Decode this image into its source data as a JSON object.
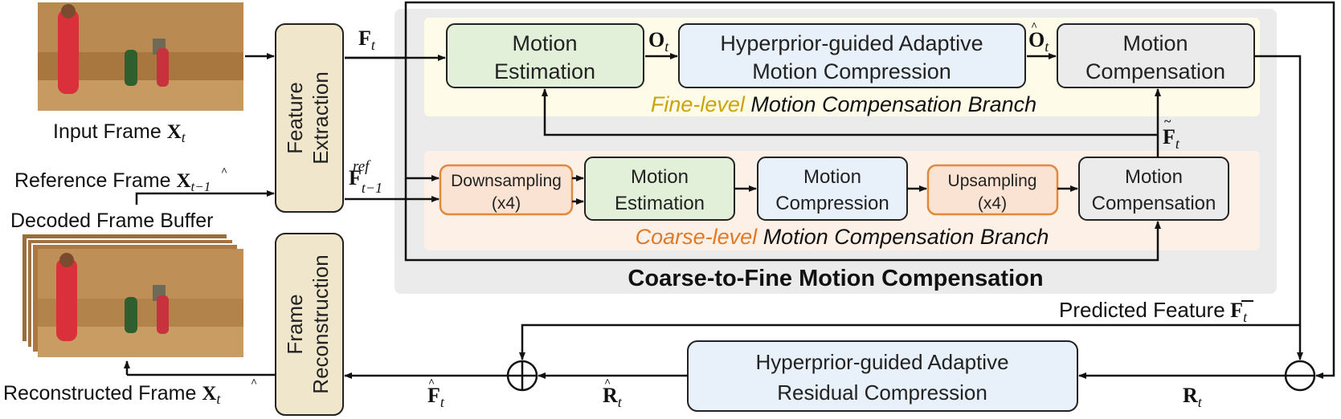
{
  "colors": {
    "feature_box": "#efe6cc",
    "motion_estimation": "#e3f0d9",
    "compression": "#e8f0f9",
    "compensation": "#ebebeb",
    "sampling_fill": "#fbe3d3",
    "sampling_border": "#e08a3c",
    "fine_bg": "#fffbe9",
    "coarse_bg": "#fdf0e6",
    "c2f_bg": "#ebebeb",
    "fine_word": "#c9a40a",
    "coarse_word": "#e07a28"
  },
  "labels": {
    "input_frame": "Input Frame",
    "reference_frame": "Reference Frame",
    "decoded_frame_buffer": "Decoded Frame Buffer",
    "reconstructed_frame": "Reconstructed Frame",
    "predicted_feature": "Predicted Feature",
    "c2f_title": "Coarse-to-Fine Motion Compensation",
    "fine_branch_colored": "Fine-level",
    "fine_branch_rest": "Motion Compensation Branch",
    "coarse_branch_colored": "Coarse-level",
    "coarse_branch_rest": "Motion Compensation Branch"
  },
  "math": {
    "X": "X",
    "t": "t",
    "t_minus_1": "t−1",
    "F": "F",
    "ref": "ref",
    "O": "O",
    "R": "R"
  },
  "boxes": {
    "feature_extraction": [
      "Feature",
      "Extraction"
    ],
    "frame_reconstruction": [
      "Frame",
      "Reconstruction"
    ],
    "fine_motion_estimation": [
      "Motion",
      "Estimation"
    ],
    "fine_motion_compression": [
      "Hyperprior-guided Adaptive",
      "Motion Compression"
    ],
    "fine_motion_compensation": [
      "Motion",
      "Compensation"
    ],
    "downsampling": [
      "Downsampling",
      "(x4)"
    ],
    "coarse_motion_estimation": [
      "Motion",
      "Estimation"
    ],
    "coarse_motion_compression": [
      "Motion",
      "Compression"
    ],
    "upsampling": [
      "Upsampling",
      "(x4)"
    ],
    "coarse_motion_compensation": [
      "Motion",
      "Compensation"
    ],
    "residual_compression": [
      "Hyperprior-guided Adaptive",
      "Residual Compression"
    ]
  }
}
